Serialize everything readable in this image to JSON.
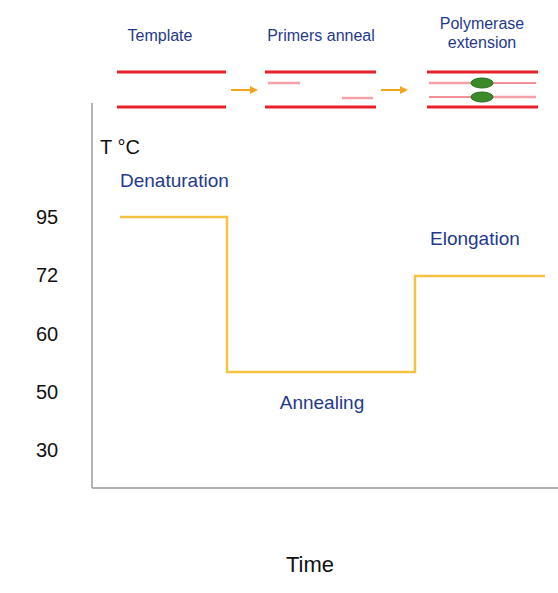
{
  "diagram": {
    "labels": [
      "Template",
      "Primers anneal",
      "Polymerase extension",
      "T °C",
      "Denaturation",
      "95",
      "Elongation",
      "72",
      "60",
      "50",
      "Annealing",
      "30",
      "Time"
    ]
  }
}
